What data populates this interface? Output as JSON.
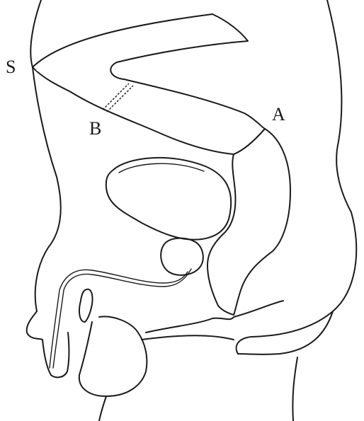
{
  "labels": {
    "s": "S",
    "a": "A",
    "b": "B"
  },
  "colors": {
    "pink_region": "#f3d1d3",
    "peach_region": "#f7dcb8",
    "outline": "#1a1a1a",
    "background": "#ffffff"
  }
}
